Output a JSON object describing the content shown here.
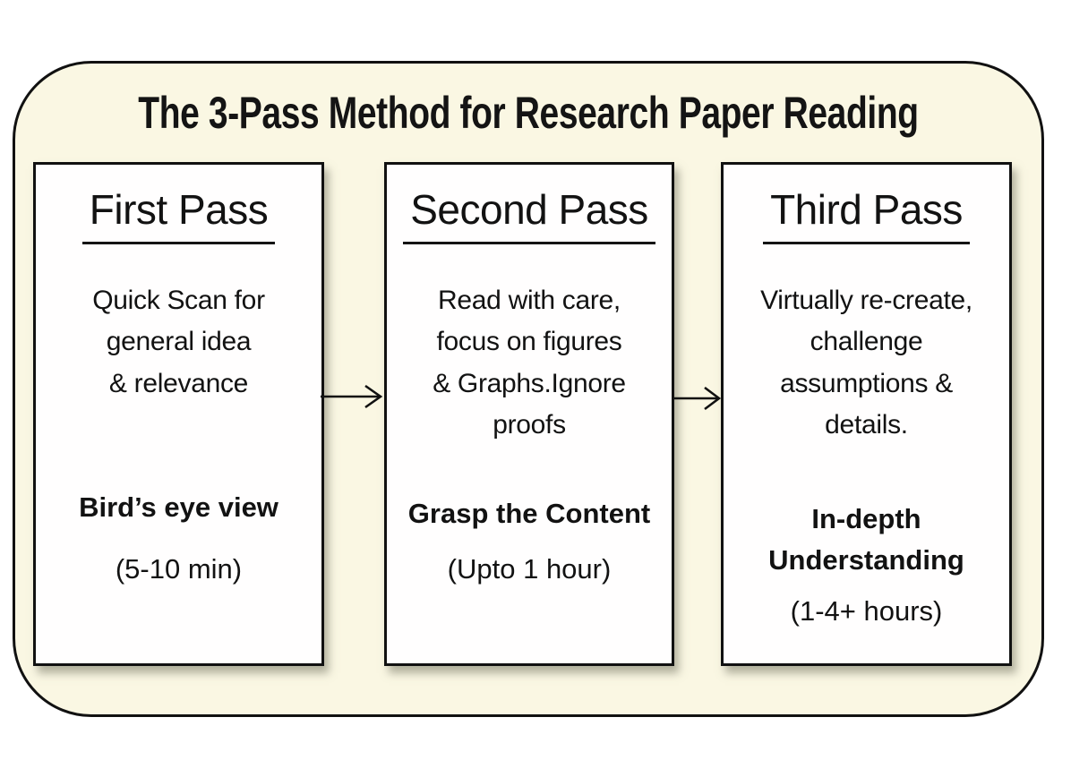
{
  "title": "The 3-Pass Method for Research Paper Reading",
  "passes": [
    {
      "heading": "First Pass",
      "description": "Quick Scan for\ngeneral idea\n& relevance",
      "outcome": "Bird’s eye view",
      "duration": "(5-10 min)"
    },
    {
      "heading": "Second Pass",
      "description": "Read with care,\nfocus on figures\n& Graphs.Ignore\nproofs",
      "outcome": "Grasp the Content",
      "duration": "(Upto 1 hour)"
    },
    {
      "heading": "Third Pass",
      "description": "Virtually re-create,\nchallenge\nassumptions &\ndetails.",
      "outcome": "In-depth\nUnderstanding",
      "duration": "(1-4+ hours)"
    }
  ],
  "colors": {
    "container_background": "#faf7e3",
    "box_background": "#fffefe",
    "border": "#111111",
    "text": "#121212"
  }
}
